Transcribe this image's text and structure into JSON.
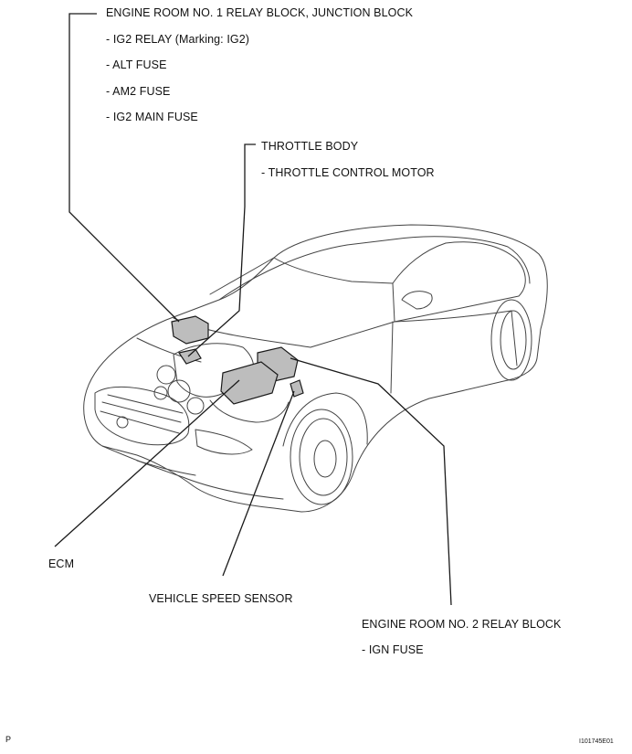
{
  "callouts": {
    "relay_block_1": {
      "title": "ENGINE ROOM NO. 1 RELAY BLOCK, JUNCTION BLOCK",
      "items": [
        "- IG2 RELAY (Marking: IG2)",
        "- ALT FUSE",
        "- AM2 FUSE",
        "- IG2 MAIN FUSE"
      ]
    },
    "throttle_body": {
      "title": "THROTTLE BODY",
      "items": [
        "- THROTTLE CONTROL MOTOR"
      ]
    },
    "ecm": {
      "title": "ECM"
    },
    "vehicle_speed_sensor": {
      "title": "VEHICLE SPEED SENSOR"
    },
    "relay_block_2": {
      "title": "ENGINE ROOM NO. 2 RELAY BLOCK",
      "items": [
        "- IGN FUSE"
      ]
    }
  },
  "footer": {
    "corner_mark": "P",
    "figure_code": "I101745E01"
  },
  "colors": {
    "line": "#1a1a1a",
    "component_fill": "#bdbdbd",
    "car_line": "#444444"
  }
}
